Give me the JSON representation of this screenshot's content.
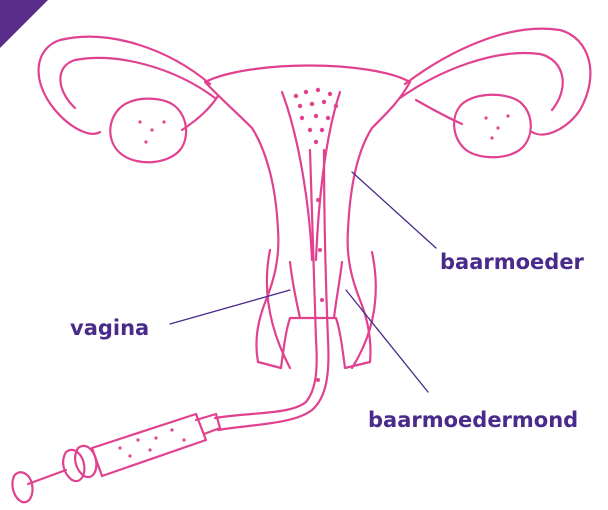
{
  "labels": {
    "baarmoeder": "baarmoeder",
    "vagina": "vagina",
    "baarmoedermond": "baarmoedermond"
  },
  "colors": {
    "anatomy_stroke": "#e0428f",
    "label_text": "#4a2a8a",
    "corner_badge": "#5a2d8c"
  }
}
